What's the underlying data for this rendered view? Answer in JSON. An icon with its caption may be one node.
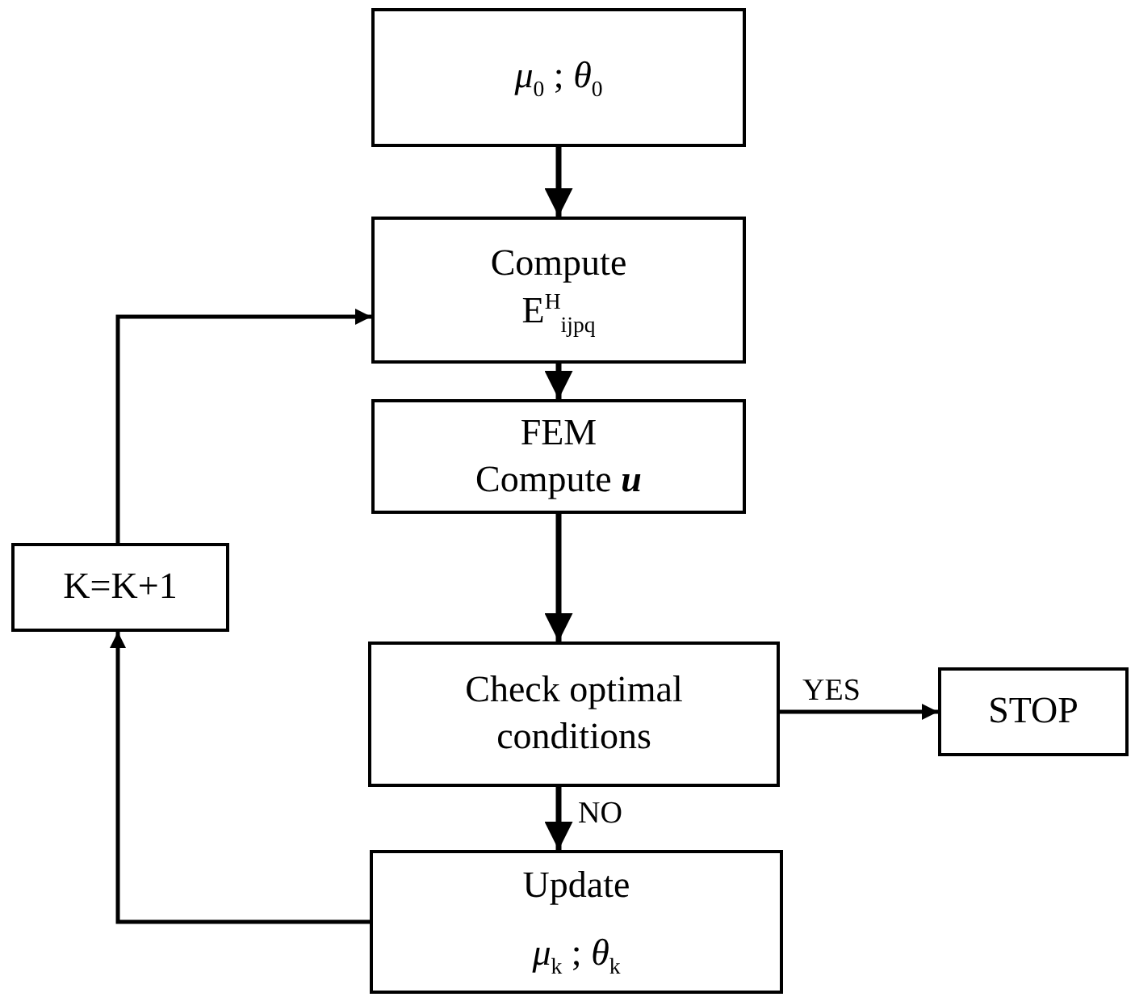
{
  "diagram": {
    "nodes": [
      {
        "text": [
          "*μ*$_{0}$ ; *θ*$_{0}$"
        ]
      },
      {
        "text": [
          "Compute",
          "E$^{H}$$_{ijpq}$"
        ]
      },
      {
        "text": [
          "FEM",
          "Compute **u**"
        ]
      },
      {
        "text": [
          "Check optimal conditions"
        ]
      },
      {
        "text": [
          "STOP"
        ]
      },
      {
        "text": [
          "Update",
          "*μ*$_{k}$ ; *θ*$_{k}$"
        ]
      },
      {
        "text": [
          "K=K+1"
        ]
      }
    ],
    "edges": [
      {
        "from": 0,
        "to": 1,
        "arrow": "to"
      },
      {
        "from": 1,
        "to": 2,
        "arrow": "to"
      },
      {
        "from": 2,
        "to": 3,
        "arrow": "to"
      },
      {
        "from": 3,
        "to": 4,
        "arrow": "to",
        "label": "YES"
      },
      {
        "from": 3,
        "to": 5,
        "arrow": "to",
        "label": "NO"
      },
      {
        "from": 5,
        "to": 6,
        "arrow": "to"
      },
      {
        "from": 6,
        "to": 1,
        "arrow": "to"
      }
    ]
  }
}
